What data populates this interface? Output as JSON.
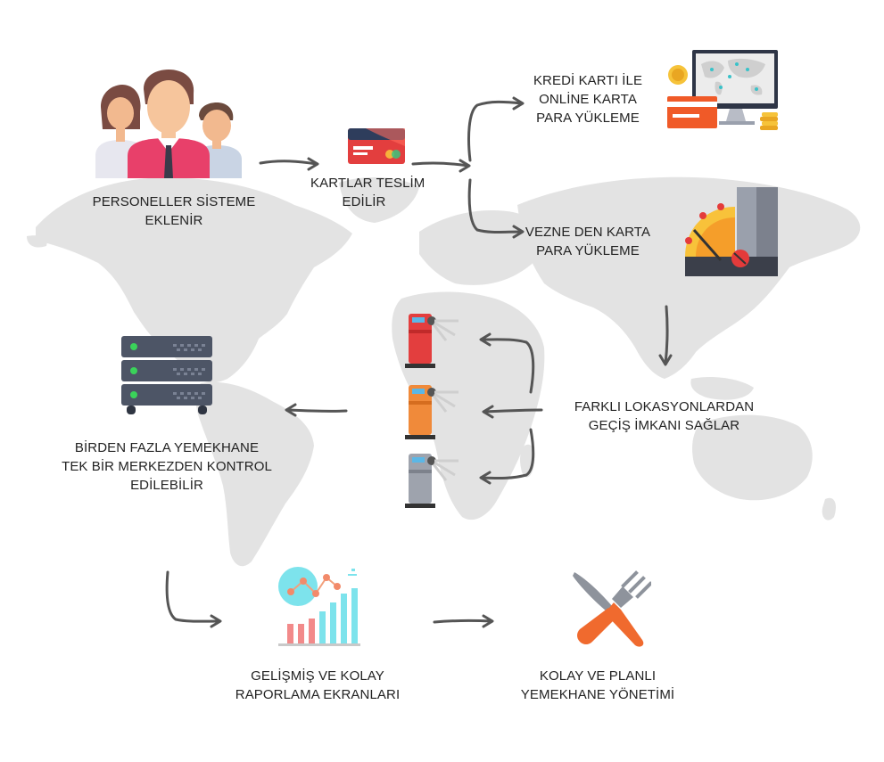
{
  "colors": {
    "map": "#e3e3e3",
    "arrow": "#555555",
    "text": "#222222"
  },
  "steps": {
    "personnel": {
      "line1": "PERSONELLER SİSTEME",
      "line2": "EKLENİR",
      "icon": "people-icon"
    },
    "cards": {
      "line1": "KARTLAR TESLİM",
      "line2": "EDİLİR",
      "icon": "credit-card-icon"
    },
    "online": {
      "line1": "KREDİ KARTI İLE",
      "line2": "ONLİNE KARTA",
      "line3": "PARA YÜKLEME",
      "icon": "online-payment-icon"
    },
    "cashier": {
      "line1": "VEZNE DEN KARTA",
      "line2": "PARA YÜKLEME",
      "icon": "cashier-gauge-icon"
    },
    "locations": {
      "line1": "FARKLI LOKASYONLARDAN",
      "line2": "GEÇİŞ İMKANI SAĞLAR",
      "icon": "turnstile-icon"
    },
    "central": {
      "line1": "BİRDEN FAZLA YEMEKHANE",
      "line2": "TEK BİR MERKEZDEN KONTROL",
      "line3": "EDİLEBİLİR",
      "icon": "server-icon"
    },
    "reports": {
      "line1": "GELİŞMİŞ VE KOLAY",
      "line2": "RAPORLAMA EKRANLARI",
      "icon": "report-chart-icon"
    },
    "management": {
      "line1": "KOLAY VE PLANLI",
      "line2": "YEMEKHANE YÖNETİMİ",
      "icon": "cutlery-icon"
    }
  }
}
